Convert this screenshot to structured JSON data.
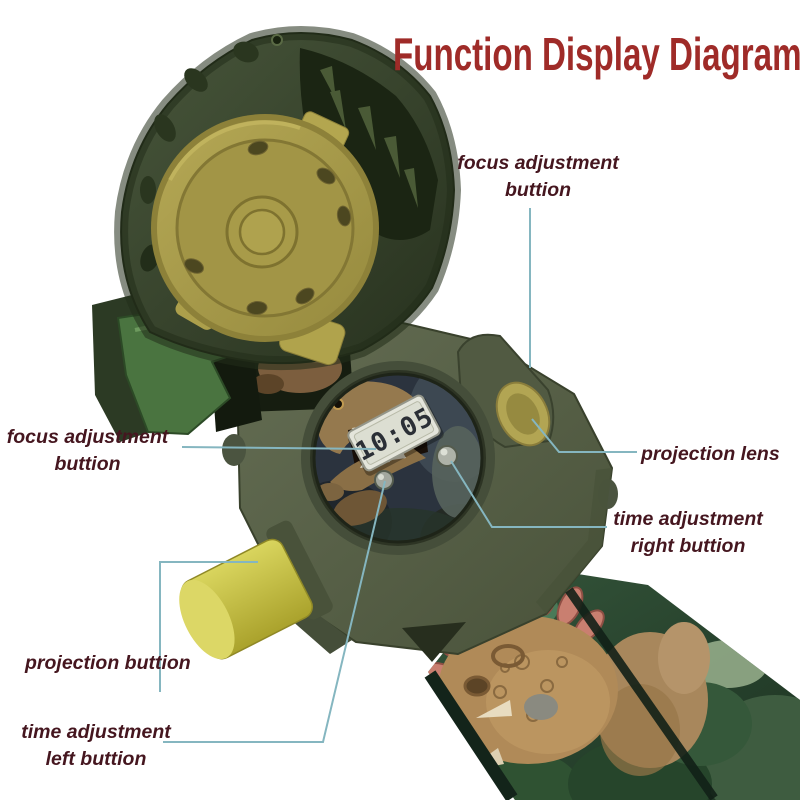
{
  "title": "Function Display Diagram",
  "labels": {
    "focus_top": {
      "line1": "focus adjustment",
      "line2": "buttion"
    },
    "projection_lens": {
      "line1": "projection lens"
    },
    "time_right": {
      "line1": "time adjustment",
      "line2": "right buttion"
    },
    "focus_left": {
      "line1": "focus adjustment",
      "line2": "buttion"
    },
    "projection_button": {
      "line1": "projection buttion"
    },
    "time_left": {
      "line1": "time adjustment",
      "line2": "left buttion"
    }
  },
  "watch": {
    "lcd_time": "10:05"
  },
  "colors": {
    "background": "#ffffff",
    "title_red": "#9f2b28",
    "label_maroon": "#45161f",
    "callout_teal": "#85b6c0",
    "case_olive": "#57604a",
    "cover_dark_green": "#3b4832",
    "disc_yellow_olive": "#a59947",
    "button_yellow": "#c6bf3e",
    "lens_cap_olive": "#b2a553",
    "band_dark_green": "#2c4a30"
  }
}
